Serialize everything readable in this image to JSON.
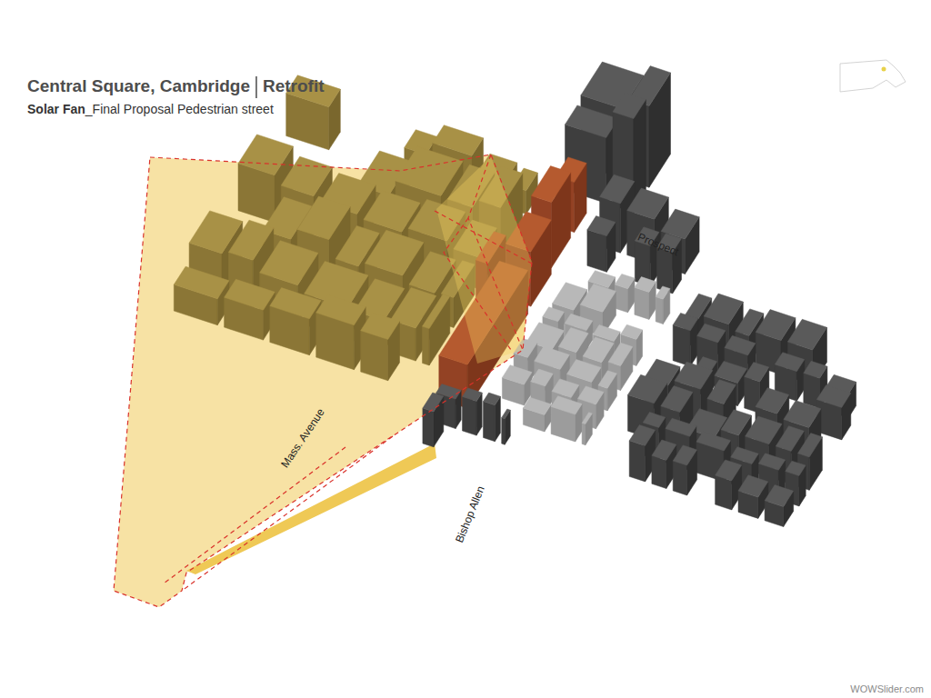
{
  "diagram": {
    "title": "Central Square, Cambridge",
    "labels": [
      "Retrofit",
      "Solar Fan",
      "_Final Proposal Pedestrian street",
      "Mass. Avenue",
      "Bishop Allen",
      "Prospect",
      "WOWSlider.com"
    ]
  }
}
